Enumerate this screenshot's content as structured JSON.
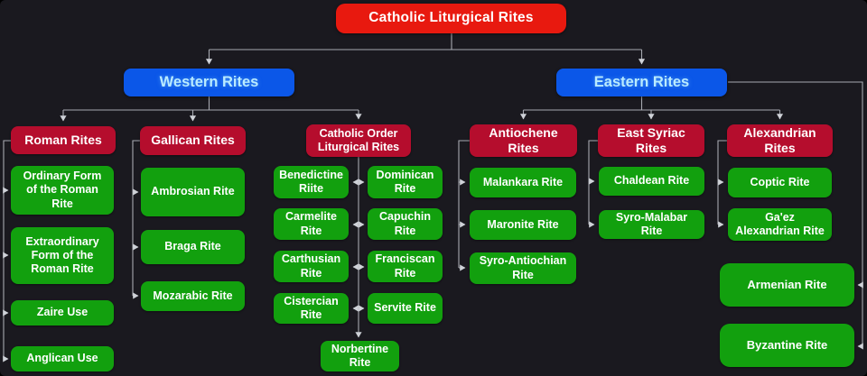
{
  "diagram_title": "Catholic Liturgical Rites",
  "colors": {
    "background": "#1a191f",
    "root_box": "#e8190f",
    "branch_box": "#0b57e8",
    "category_box": "#b50d2d",
    "leaf_box": "#12a00e",
    "connector_line": "#a7a9b1",
    "branch_text": "#b9ebff",
    "text": "#ffffff"
  },
  "root": {
    "label": "Catholic Liturgical Rites"
  },
  "branches": {
    "western": {
      "label": "Western Rites"
    },
    "eastern": {
      "label": "Eastern Rites"
    }
  },
  "groups": {
    "roman": {
      "label": "Roman Rites",
      "children": [
        "Ordinary Form of the Roman Rite",
        "Extraordinary Form of the Roman Rite",
        "Zaire Use",
        "Anglican Use"
      ]
    },
    "gallican": {
      "label": "Gallican Rites",
      "children": [
        "Ambrosian Rite",
        "Braga Rite",
        "Mozarabic Rite"
      ]
    },
    "catholic_order": {
      "label": "Catholic Order Liturgical Rites",
      "left_column": [
        "Benedictine Riite",
        "Carmelite Rite",
        "Carthusian Rite",
        "Cistercian Rite"
      ],
      "right_column": [
        "Dominican Rite",
        "Capuchin Rite",
        "Franciscan Rite",
        "Servite Rite"
      ],
      "bottom": "Norbertine Rite"
    },
    "antiochene": {
      "label": "Antiochene Rites",
      "children": [
        "Malankara Rite",
        "Maronite Rite",
        "Syro-Antiochian Rite"
      ]
    },
    "east_syriac": {
      "label": "East Syriac Rites",
      "children": [
        "Chaldean Rite",
        "Syro-Malabar Rite"
      ]
    },
    "alexandrian": {
      "label": "Alexandrian Rites",
      "children": [
        "Coptic Rite",
        "Ga'ez Alexandrian Rite"
      ]
    },
    "other_eastern": [
      "Armenian Rite",
      "Byzantine Rite"
    ]
  }
}
